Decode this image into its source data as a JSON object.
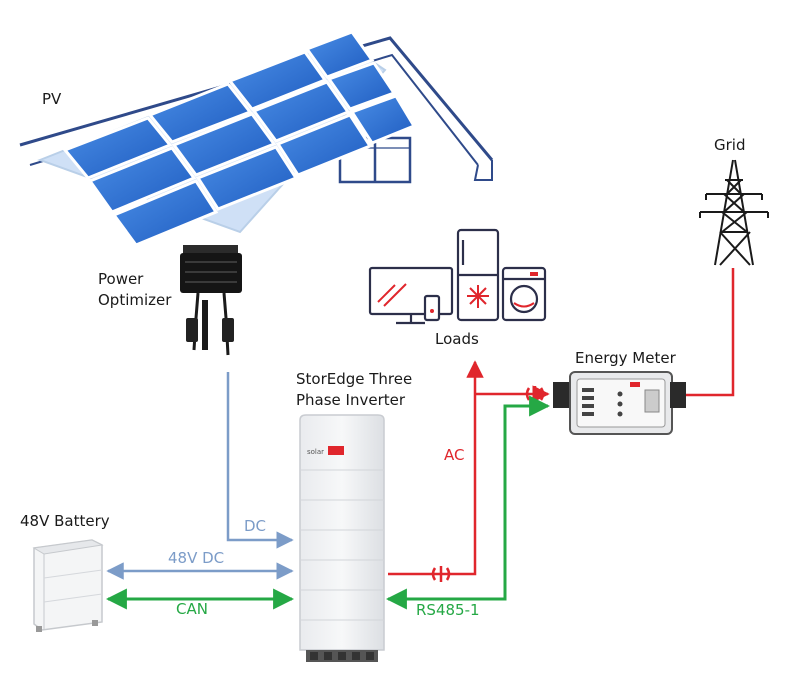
{
  "labels": {
    "pv": "PV",
    "optimizer_line1": "Power",
    "optimizer_line2": "Optimizer",
    "loads": "Loads",
    "grid": "Grid",
    "energy_meter": "Energy Meter",
    "inverter_line1": "StorEdge Three",
    "inverter_line2": "Phase Inverter",
    "battery": "48V Battery"
  },
  "connections": {
    "dc": "DC",
    "battery_dc": "48V DC",
    "can": "CAN",
    "ac": "AC",
    "rs485": "RS485-1"
  },
  "brand": "solaredge",
  "colors": {
    "dc": "#7c9cc8",
    "ac": "#e0262c",
    "comm": "#25a845",
    "outline": "#2f4a8a",
    "panel": "#2d6fd2"
  },
  "icons": [
    "solar-roof",
    "power-optimizer",
    "inverter",
    "battery",
    "monitor",
    "fridge",
    "washing-machine",
    "energy-meter",
    "grid-tower"
  ]
}
